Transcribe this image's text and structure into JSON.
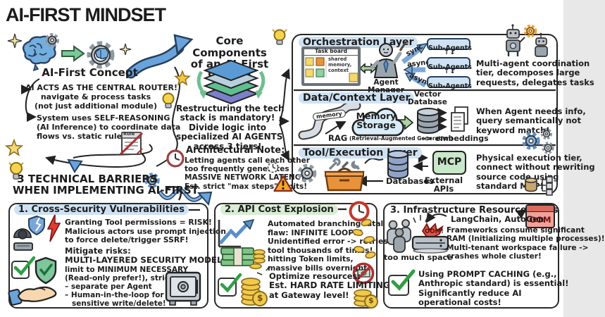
{
  "title": "AI-FIRST MINDSET",
  "colors": {
    "accent_blue": "#6aa3dc",
    "highlight_blue": "#cfe2f3",
    "highlight_green": "#d8edd3",
    "mcp_green": "#c9e7c9",
    "coin_gold": "#f2c94c",
    "alert_red": "#c0392b",
    "toolbox_orange": "#e8923a",
    "layer_blue": "#5b9bd5",
    "layer_steel": "#b9cfdd",
    "layer_green": "#5fbf8f",
    "layer_purple": "#7b80c9"
  },
  "concept": {
    "heading": "AI-First Concept",
    "point1": [
      "AI ACTS AS THE CENTRAL ROUTER!",
      "navigate & process tasks",
      "(not just additional module)"
    ],
    "point2": [
      "System uses SELF-REASONING",
      "(AI Inference) to coordinate data",
      "flows vs. static rules!"
    ],
    "rule_icon_label": "Rule"
  },
  "core": {
    "heading": [
      "Core Components",
      "of an AI-First System"
    ],
    "restructure": [
      "Restructuring the tech",
      "stack is mandatory!",
      "Divide logic into",
      "specialized AI AGENTS",
      "across 3 tiers!"
    ],
    "arch_note_title": "Architectural Note:",
    "arch_note": [
      "Letting agents call each other",
      "too frequently generates",
      "MASSIVE NETWORK LATENCY!",
      "Est. strict \"max steps\" limits!"
    ]
  },
  "barriers_heading": [
    "3 TECHNICAL BARRIERS",
    "WHEN IMPLEMENTING AI-FIRST"
  ],
  "orchestration": {
    "title": "Orchestration Layer",
    "task_board_title": "Task board",
    "task_board_note": [
      "shared",
      "memory,",
      "context"
    ],
    "agent_label": [
      "Agent",
      "Manager"
    ],
    "arrow_labels": [
      "sync",
      "async",
      "async"
    ],
    "sub_agents": [
      "Sub-Agents",
      "Sub-Agents",
      "Sub-Agents"
    ],
    "updown": "↑↓",
    "note": [
      "Multi-agent coordination",
      "tier, decomposes large",
      "requests, delegates tasks"
    ]
  },
  "data_layer": {
    "title": "Data/Context Layer",
    "road_label": "memory",
    "cloud_label": [
      "Memory",
      "Storage"
    ],
    "vector_db_label": [
      "Vector",
      "Database"
    ],
    "rag": "RAG",
    "rag_sub": "(Retrieval-Augmented Generation)",
    "embeddings": "-> embeddings",
    "note": [
      "When Agent needs info,",
      "query semantically not",
      "keyword match!"
    ]
  },
  "tool_layer": {
    "title": "Tool/Execution Layer",
    "databases_label": "Databases",
    "mcp_label": "MCP",
    "external_apis_label": [
      "External",
      "APIs"
    ],
    "note": [
      "Physical execution tier,",
      "connect without rewriting",
      "source code using",
      "standard MCP!"
    ]
  },
  "security_box": {
    "title": "1. Cross-Security Vulnerabilities",
    "risk": [
      "Granting Tool permissions = RISK!",
      "Malicious actors use prompt injection",
      "to force delete/trigger SSRF!"
    ],
    "mitigate_title": "Mitigate risks:",
    "mitigate": [
      "MULTI-LAYERED SECURITY MODEL!",
      "limit to MINIMUM NECESSARY",
      "(Read-only prefer!), strict auth",
      "– separate per Agent",
      "– Human-in-the-loop for",
      "sensitive write/delete!"
    ]
  },
  "cost_box": {
    "title": "2. API Cost Explosion",
    "problem": [
      "Automated branching fatal",
      "flaw: INFINITE LOOPS!",
      "Unidentified error -> retries",
      "tool thousands of times!",
      "hitting Token limits,",
      "massive bills overnight!"
    ],
    "solution_title": "Optimize resources:",
    "solution": [
      "Est. HARD RATE LIMITING",
      "at Gateway level!"
    ],
    "dollar": "$"
  },
  "infra_box": {
    "title": "3. Infrastructure Resource Crisis",
    "frameworks": "LangChain, AutoGen",
    "oom_window": "OOM",
    "oom_burst": "OOM!",
    "too_much": "too much space",
    "problem": [
      "Frameworks consume significant",
      "RAM (Initializing multiple processes)!",
      "Multi-tenant workspace failure ->",
      "crashes whole cluster!"
    ],
    "solution": [
      "Using PROMPT CACHING (e.g.,",
      "Anthropic standard) is essential!",
      "Significantly reduce AI",
      "operational costs!"
    ]
  }
}
